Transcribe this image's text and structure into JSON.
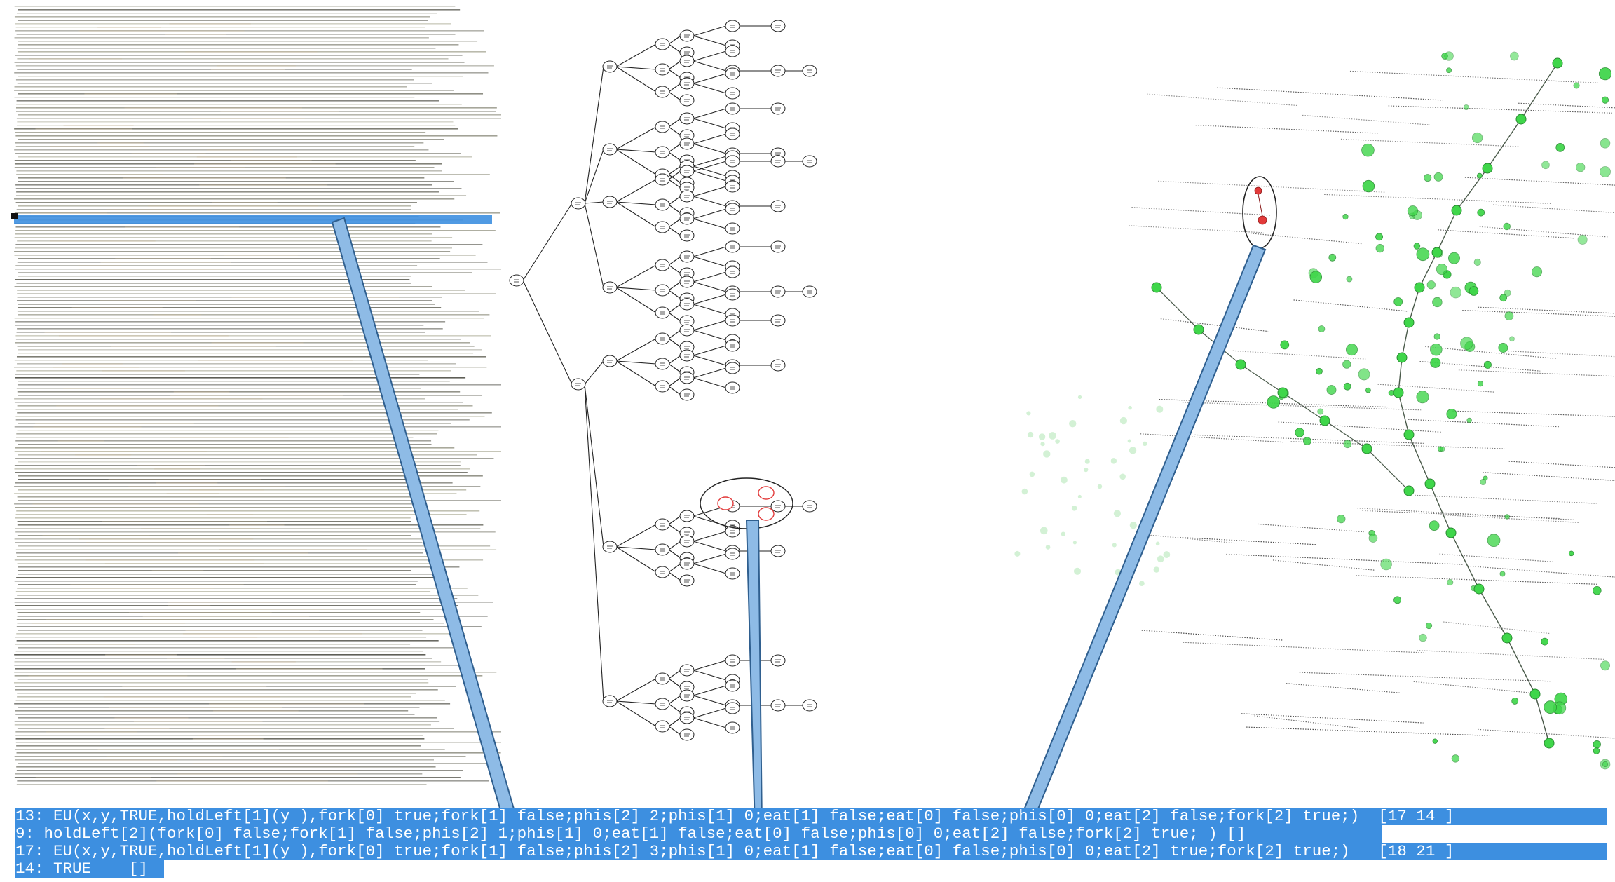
{
  "code_output": {
    "lines": [
      "13: EU(x,y,TRUE,holdLeft[1](y ),fork[0] true;fork[1] false;phis[2] 2;phis[1] 0;eat[1] false;eat[0] false;phis[0] 0;eat[2] false;fork[2] true;)  [17 14 ]",
      "9: holdLeft[2](fork[0] false;fork[1] false;phis[2] 1;phis[1] 0;eat[1] false;eat[0] false;phis[0] 0;eat[2] false;fork[2] true; ) []",
      "17: EU(x,y,TRUE,holdLeft[1](y ),fork[0] true;fork[1] false;phis[2] 3;phis[1] 0;eat[1] false;eat[0] false;phis[0] 0;eat[2] true;fork[2] true;)   [18 21 ]",
      "14: TRUE    []"
    ]
  },
  "colors": {
    "highlight": "#3d8fe0",
    "arrow_fill": "#8ebbe6",
    "arrow_stroke": "#2f5f8f",
    "node_green": "#3fd64a",
    "node_red": "#e23a3a",
    "node_stroke": "#333333"
  }
}
